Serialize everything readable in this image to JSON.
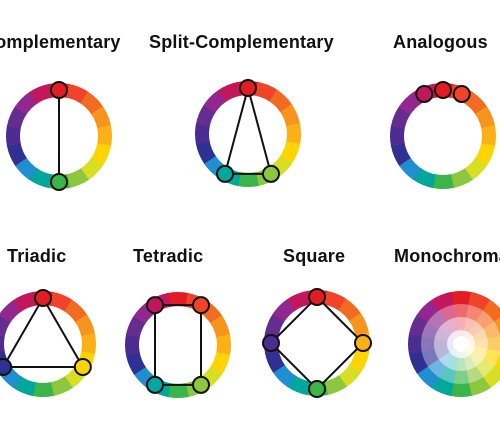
{
  "labels": {
    "complementary": "Complementary",
    "split_complementary": "Split-Complementary",
    "analogous": "Analogous",
    "triadic": "Triadic",
    "tetradic": "Tetradic",
    "square": "Square",
    "monochromatic": "Monochromatic"
  },
  "wheel_colors": [
    "#e31b23",
    "#f0442a",
    "#f36b21",
    "#f7941d",
    "#fbb016",
    "#ffd400",
    "#d7df23",
    "#8dc63f",
    "#39b54a",
    "#00a79d",
    "#1f8fcf",
    "#2e3192",
    "#4b2c91",
    "#662d91",
    "#92278f",
    "#c2185b"
  ],
  "marker_outline": "#111111",
  "mono_palette": [
    "#e31b23",
    "#f5a3a6",
    "#fcdfe0",
    "#ffffff"
  ]
}
